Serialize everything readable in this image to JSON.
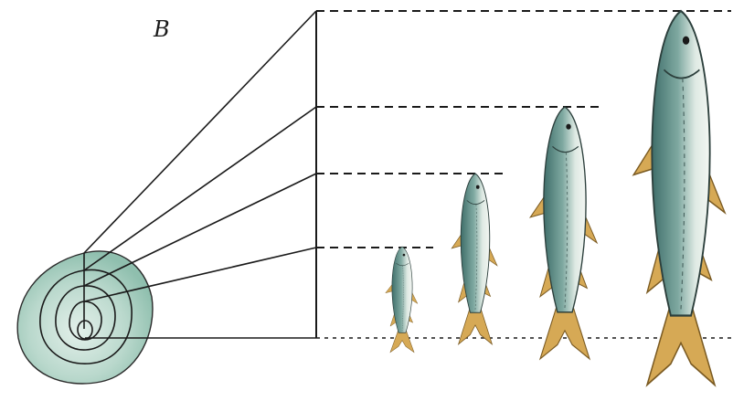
{
  "figure": {
    "panel_label": "B",
    "scale_growth_rings": 4,
    "fish_count": 4,
    "colors": {
      "line": "#1a1a1a",
      "scale_fill": "#b9d8cc",
      "scale_fill_dark": "#8fbfae",
      "fish_back": "#5d8c86",
      "fish_belly": "#e6efe9",
      "fin": "#d6a955"
    }
  }
}
